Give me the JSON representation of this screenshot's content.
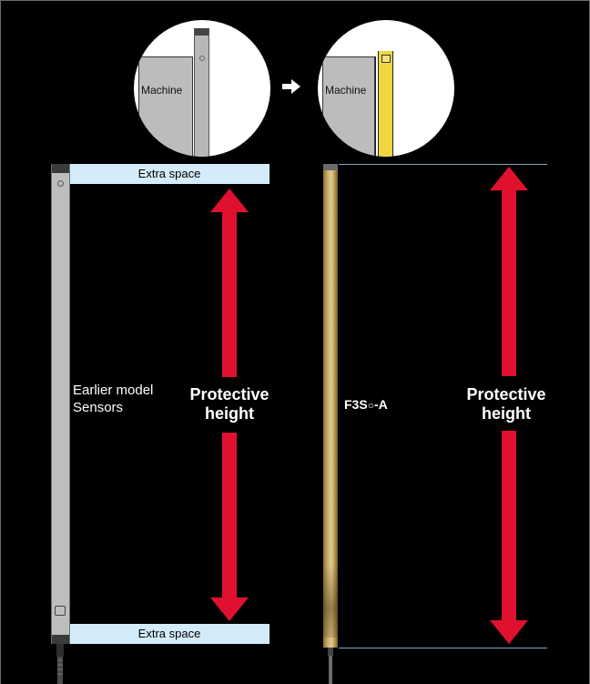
{
  "top_inset": {
    "left_circle": {
      "machine_label": "Machine"
    },
    "arrow_icon": "right-arrow-icon",
    "right_circle": {
      "machine_label": "Machine"
    }
  },
  "left_panel": {
    "extra_space_top": "Extra space",
    "extra_space_bottom": "Extra space",
    "sensor_label_line1": "Earlier model",
    "sensor_label_line2": "Sensors",
    "protective_line1": "Protective",
    "protective_line2": "height"
  },
  "right_panel": {
    "sensor_label_main": "F3S",
    "sensor_label_symbol": "○",
    "sensor_label_suffix": "-A",
    "protective_line1": "Protective",
    "protective_line2": "height"
  },
  "colors": {
    "background": "#000000",
    "arrow_red": "#e0102f",
    "extra_space": "#d4ecfa",
    "earlier_sensor": "#bdbdbd",
    "new_sensor": "#c9ad6a"
  }
}
